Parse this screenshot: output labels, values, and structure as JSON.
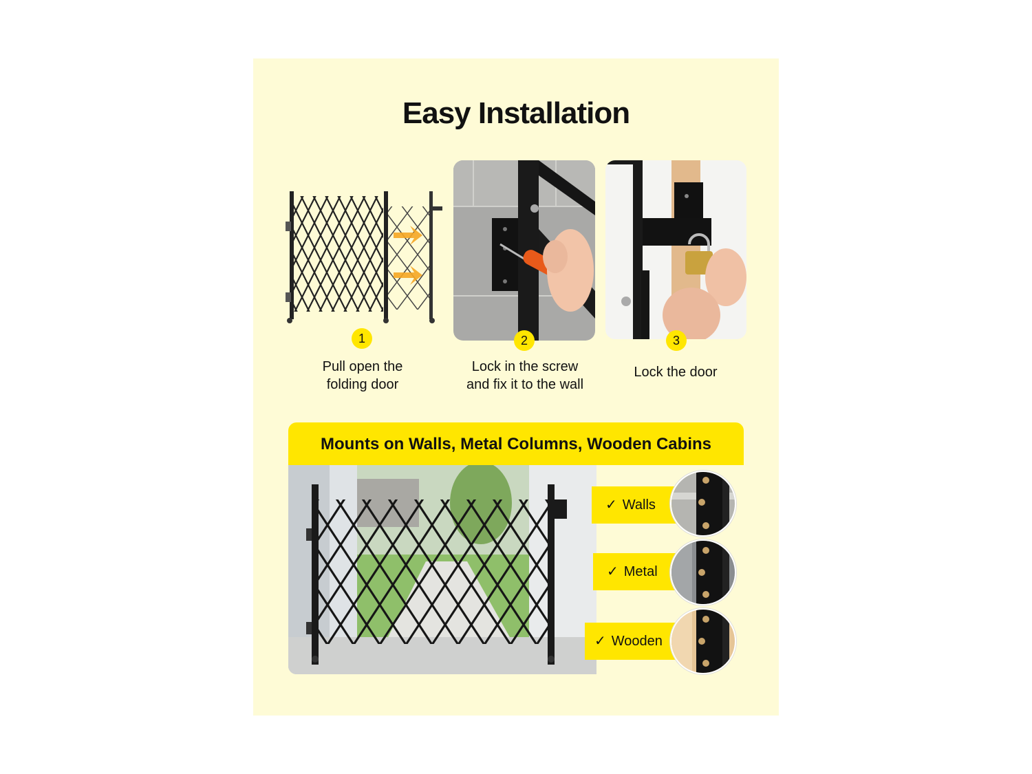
{
  "title": "Easy Installation",
  "steps": [
    {
      "number": "1",
      "text_line1": "Pull open the",
      "text_line2": "folding door",
      "icon": "folding-gate-diagram"
    },
    {
      "number": "2",
      "text_line1": "Lock in the screw",
      "text_line2": "and fix it to the wall",
      "icon": "screwdriver-photo"
    },
    {
      "number": "3",
      "text_line1": "Lock the door",
      "text_line2": "",
      "icon": "padlock-photo"
    }
  ],
  "mounts": {
    "banner": "Mounts on Walls, Metal Columns, Wooden Cabins",
    "items": [
      {
        "label": "Walls",
        "check": "✓"
      },
      {
        "label": "Metal",
        "check": "✓"
      },
      {
        "label": "Wooden",
        "check": "✓"
      }
    ]
  },
  "colors": {
    "accent": "#ffe600",
    "background": "#fefbd6",
    "gate": "#1a1a1a",
    "arrow": "#f5a623"
  }
}
